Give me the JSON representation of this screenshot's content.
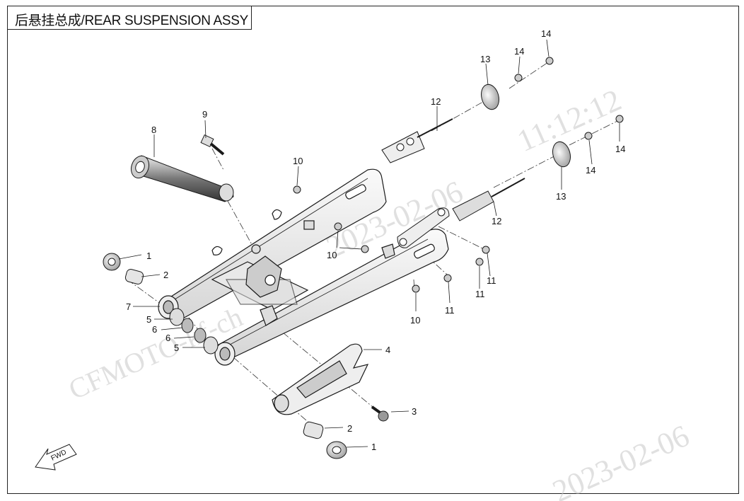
{
  "title": "后悬挂总成/REAR SUSPENSION  ASSY",
  "fwd_label": "FWD",
  "watermarks": {
    "time": "11:12:12",
    "date_main": "2023-02-06",
    "date_bottom": "2023-02-06",
    "brand": "CFMOTO-kf-ch"
  },
  "parts": [
    {
      "id": "p1a",
      "label": "1"
    },
    {
      "id": "p2a",
      "label": "2"
    },
    {
      "id": "p7",
      "label": "7"
    },
    {
      "id": "p5a",
      "label": "5"
    },
    {
      "id": "p6a",
      "label": "6"
    },
    {
      "id": "p6b",
      "label": "6"
    },
    {
      "id": "p5b",
      "label": "5"
    },
    {
      "id": "p8",
      "label": "8"
    },
    {
      "id": "p9",
      "label": "9"
    },
    {
      "id": "p10a",
      "label": "10"
    },
    {
      "id": "p10b",
      "label": "10"
    },
    {
      "id": "p10c",
      "label": "10"
    },
    {
      "id": "p12a",
      "label": "12"
    },
    {
      "id": "p13a",
      "label": "13"
    },
    {
      "id": "p14a",
      "label": "14"
    },
    {
      "id": "p14b",
      "label": "14"
    },
    {
      "id": "p14c",
      "label": "14"
    },
    {
      "id": "p14d",
      "label": "14"
    },
    {
      "id": "p13b",
      "label": "13"
    },
    {
      "id": "p12b",
      "label": "12"
    },
    {
      "id": "p11a",
      "label": "11"
    },
    {
      "id": "p11b",
      "label": "11"
    },
    {
      "id": "p11c",
      "label": "11"
    },
    {
      "id": "p4",
      "label": "4"
    },
    {
      "id": "p3",
      "label": "3"
    },
    {
      "id": "p2b",
      "label": "2"
    },
    {
      "id": "p1b",
      "label": "1"
    }
  ],
  "colors": {
    "line": "#1a1a1a",
    "fill_light": "#f4f4f4",
    "fill_mid": "#d9d9d9",
    "fill_dark": "#9a9a9a",
    "watermark": "#c7c7c7"
  }
}
